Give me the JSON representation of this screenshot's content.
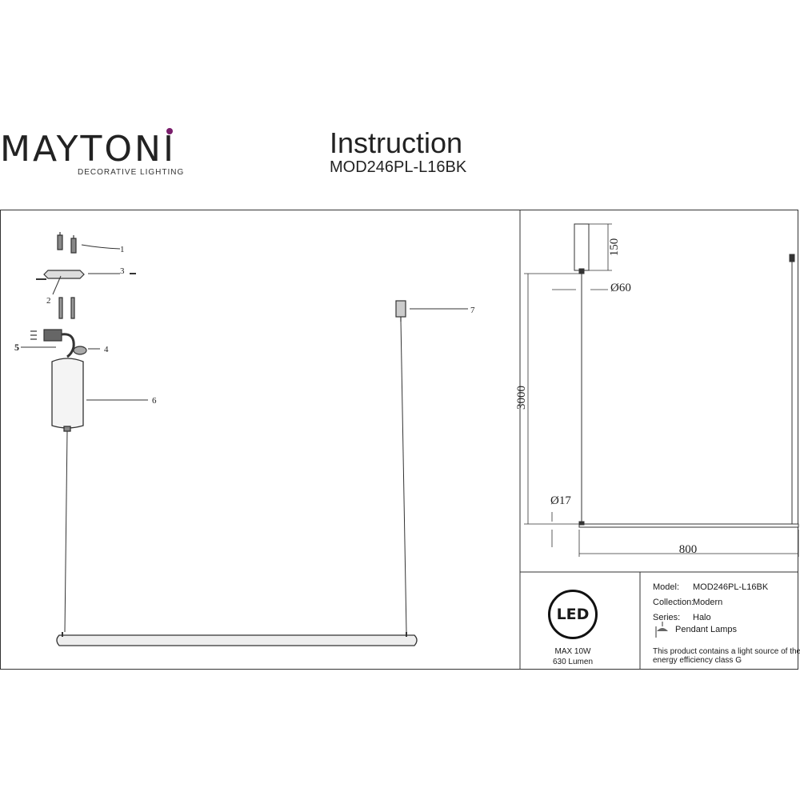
{
  "brand": {
    "name": "MAYTONI",
    "tagline": "DECORATIVE LIGHTING"
  },
  "header": {
    "title": "Instruction",
    "model": "MOD246PL-L16BK"
  },
  "parts": {
    "labels": [
      "1",
      "2",
      "3",
      "4",
      "5",
      "6",
      "7"
    ]
  },
  "dimensions": {
    "canopy_height": "150",
    "canopy_diameter": "Ø60",
    "suspension_length": "3000",
    "tube_diameter": "Ø17",
    "length": "800"
  },
  "led": {
    "badge": "LED",
    "power": "MAX 10W",
    "lumen": "630 Lumen"
  },
  "spec": {
    "model_label": "Model:",
    "model_value": "MOD246PL-L16BK",
    "collection_label": "Collection:",
    "collection_value": "Modern",
    "series_label": "Series:",
    "series_value": "Halo",
    "type": "Pendant Lamps",
    "energy_note_1": "This product contains a light source of the",
    "energy_note_2": "energy efficiency class G"
  }
}
